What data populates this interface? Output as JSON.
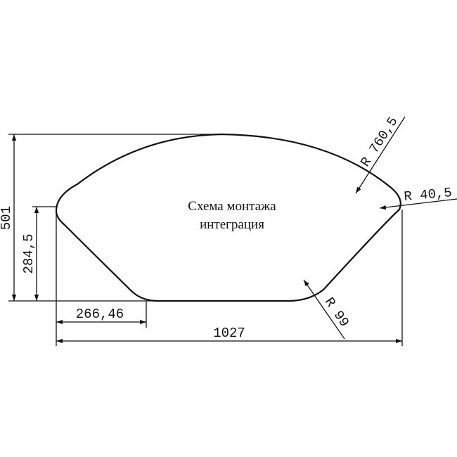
{
  "title": {
    "line1": "Схема монтажа",
    "line2": "интеграция"
  },
  "dimensions": {
    "total_height": "501",
    "side_height": "284,5",
    "bottom_offset": "266,46",
    "total_width": "1027",
    "radius_top": "R 760,5",
    "radius_corner": "R 40,5",
    "radius_bottom": "R 99"
  }
}
